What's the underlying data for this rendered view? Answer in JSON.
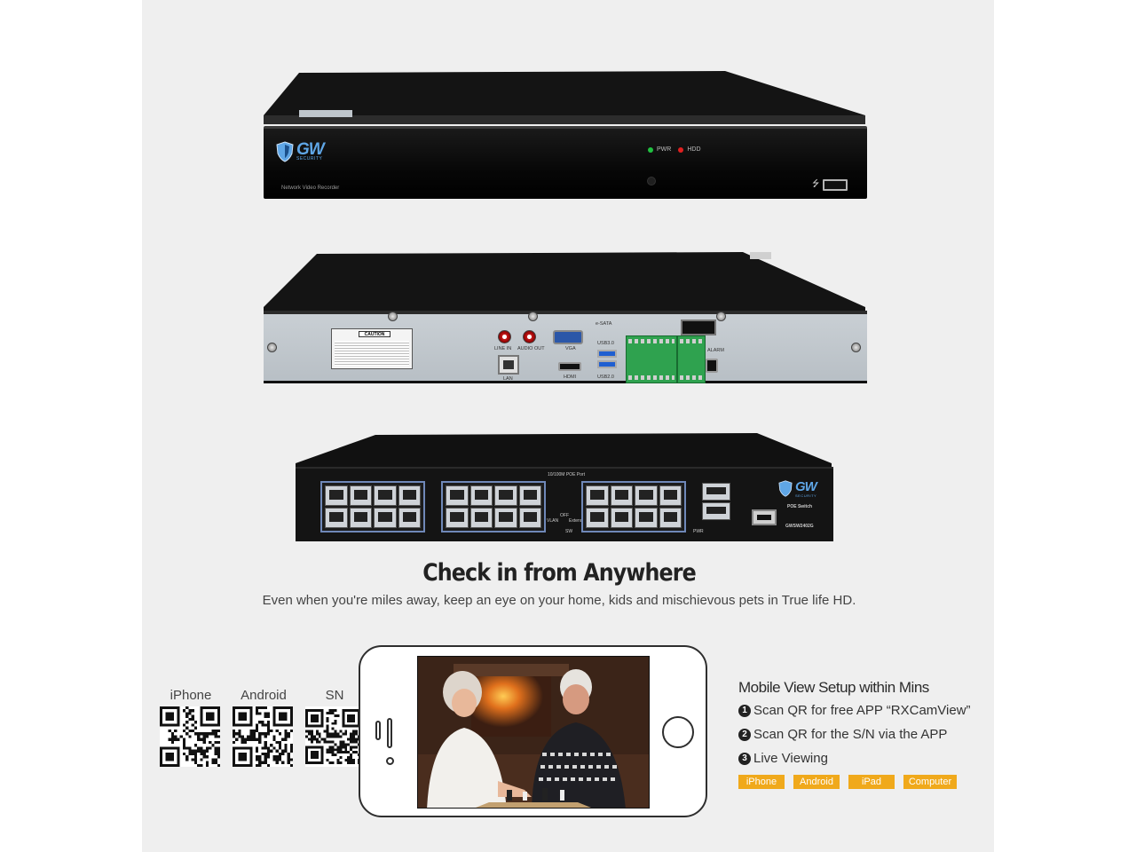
{
  "brand": {
    "logo_text": "GW",
    "logo_subtext": "SECURITY",
    "brand_color": "#5fa6e6"
  },
  "nvr_front": {
    "caption": "Network Video Recorder",
    "pwr_label": "PWR",
    "hdd_label": "HDD",
    "pwr_led_color": "#20c040",
    "hdd_led_color": "#e02020"
  },
  "nvr_rear": {
    "caution_title": "CAUTION",
    "labels": {
      "line_in": "LINE IN",
      "audio_out": "AUDIO OUT",
      "vga": "VGA",
      "esata": "e-SATA",
      "usb3": "USB3.0",
      "usb2": "USB2.0",
      "lan": "LAN",
      "hdmi": "HDMI",
      "alarm": "ALARM"
    }
  },
  "poe_switch": {
    "header": "10/100M POE Port",
    "model_label": "POE Switch",
    "model": "GWSW2402G",
    "pwr_label": "PWR",
    "extend_label": "Extend",
    "off_label": "OFF",
    "sw_label": "SW",
    "vlan_label": "VLAN"
  },
  "headline": "Check in from Anywhere",
  "subline": "Even when you're miles away, keep an eye on your home, kids and mischievous pets in True life HD.",
  "qr_codes": [
    {
      "label": "iPhone"
    },
    {
      "label": "Android"
    },
    {
      "label": "SN"
    }
  ],
  "setup": {
    "title": "Mobile View Setup within Mins",
    "steps": [
      {
        "num": "1",
        "text": "Scan QR for free APP “RXCamView”"
      },
      {
        "num": "2",
        "text": "Scan QR for the S/N via the APP"
      },
      {
        "num": "3",
        "text": "Live Viewing"
      }
    ],
    "platforms": [
      "iPhone",
      "Android",
      "iPad",
      "Computer"
    ],
    "accent_color": "#f0a91b"
  }
}
